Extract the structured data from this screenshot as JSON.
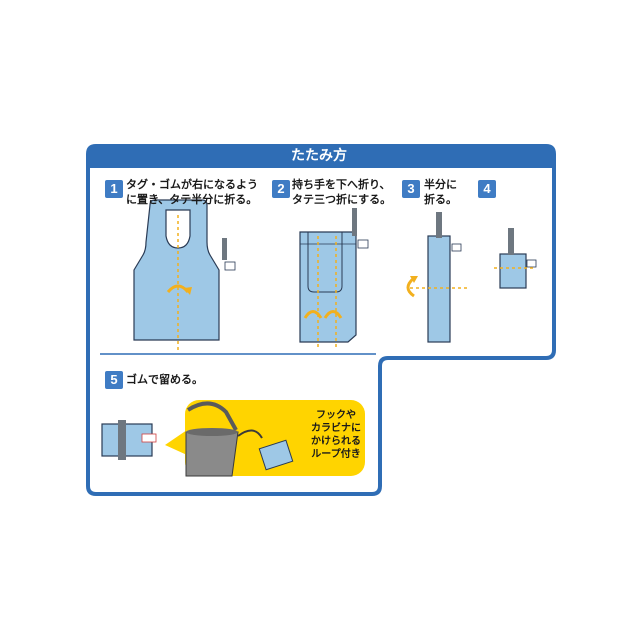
{
  "title": "たたみ方",
  "steps": [
    {
      "num": "1",
      "lines": [
        "タグ・ゴムが右になるよう",
        "に置き、タテ半分に折る。"
      ]
    },
    {
      "num": "2",
      "lines": [
        "持ち手を下へ折り、",
        "タテ三つ折にする。"
      ]
    },
    {
      "num": "3",
      "lines": [
        "半分に",
        "折る。"
      ]
    },
    {
      "num": "4",
      "lines": []
    },
    {
      "num": "5",
      "lines": [
        "ゴムで留める。"
      ]
    }
  ],
  "callout": [
    "フックや",
    "カラビナに",
    "かけられる",
    "ループ付き"
  ],
  "colors": {
    "frame": "#2f6db5",
    "bag": "#9ec8e6",
    "arrow": "#f2b01e",
    "callout_bg": "#ffd400"
  }
}
